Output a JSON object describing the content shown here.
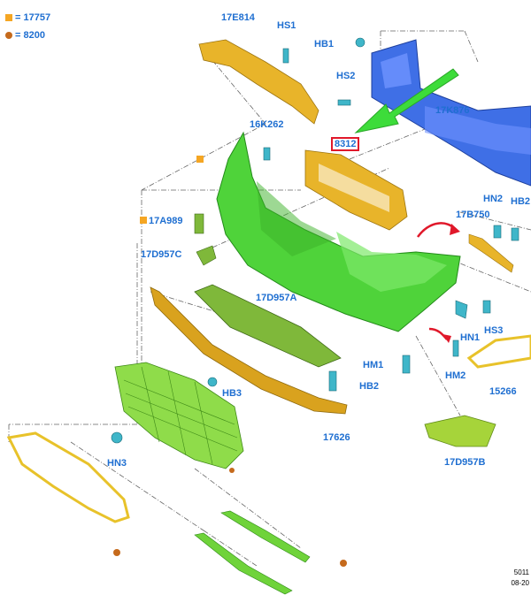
{
  "legend": [
    {
      "symbol": "square",
      "text": "= 17757",
      "color": "#f5a623"
    },
    {
      "symbol": "circle",
      "text": "= 8200",
      "color": "#c56a1c"
    }
  ],
  "callouts": {
    "p17E814": "17E814",
    "hs1": "HS1",
    "hb1": "HB1",
    "hs2": "HS2",
    "p17K876": "17K876",
    "p8312": "8312",
    "p16K262": "16K262",
    "p17A989": "17A989",
    "p17D957C": "17D957C",
    "p17B750": "17B750",
    "hn2_top": "HN2",
    "hb2_top": "HB2",
    "hs3": "HS3",
    "p17D957A": "17D957A",
    "hn1": "HN1",
    "hm1": "HM1",
    "hb2": "HB2",
    "hm2": "HM2",
    "p15266": "15266",
    "hb3": "HB3",
    "p17626": "17626",
    "hn3": "HN3",
    "p17D957B": "17D957B"
  },
  "corner_text": [
    "5011",
    "08-20"
  ],
  "colors": {
    "label_blue": "#1f6fd1",
    "bumper_green": "#4fd33a",
    "reinforcement_blue": "#3f6fe6",
    "bracket_yellow": "#e8b42a",
    "trim_orange": "#d9a21e",
    "arrow_green": "#3ddc3a",
    "arrow_red": "#e0182a",
    "fastener_teal": "#3fb6c9"
  }
}
